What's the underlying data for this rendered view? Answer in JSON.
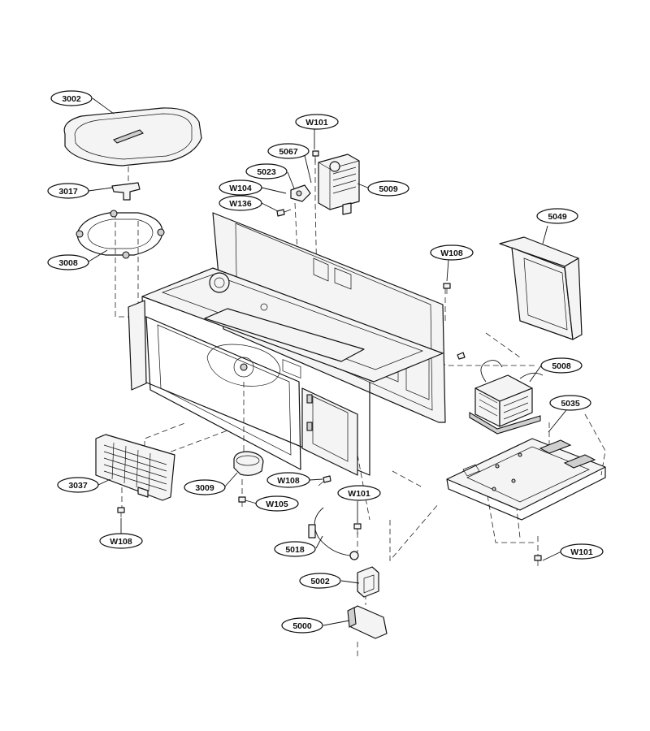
{
  "callouts": [
    {
      "id": "3002",
      "text": "3002"
    },
    {
      "id": "3017",
      "text": "3017"
    },
    {
      "id": "3008",
      "text": "3008"
    },
    {
      "id": "3037",
      "text": "3037"
    },
    {
      "id": "3009",
      "text": "3009"
    },
    {
      "id": "5067",
      "text": "5067"
    },
    {
      "id": "5023",
      "text": "5023"
    },
    {
      "id": "W104",
      "text": "W104"
    },
    {
      "id": "W136",
      "text": "W136"
    },
    {
      "id": "W101_top",
      "text": "W101"
    },
    {
      "id": "5009",
      "text": "5009"
    },
    {
      "id": "5049",
      "text": "5049"
    },
    {
      "id": "W108_right",
      "text": "W108"
    },
    {
      "id": "5008",
      "text": "5008"
    },
    {
      "id": "5035",
      "text": "5035"
    },
    {
      "id": "W108_mid",
      "text": "W108"
    },
    {
      "id": "W105",
      "text": "W105"
    },
    {
      "id": "W108_left",
      "text": "W108"
    },
    {
      "id": "W101_mid",
      "text": "W101"
    },
    {
      "id": "5018",
      "text": "5018"
    },
    {
      "id": "5002",
      "text": "5002"
    },
    {
      "id": "5000",
      "text": "5000"
    },
    {
      "id": "W101_right",
      "text": "W101"
    }
  ]
}
